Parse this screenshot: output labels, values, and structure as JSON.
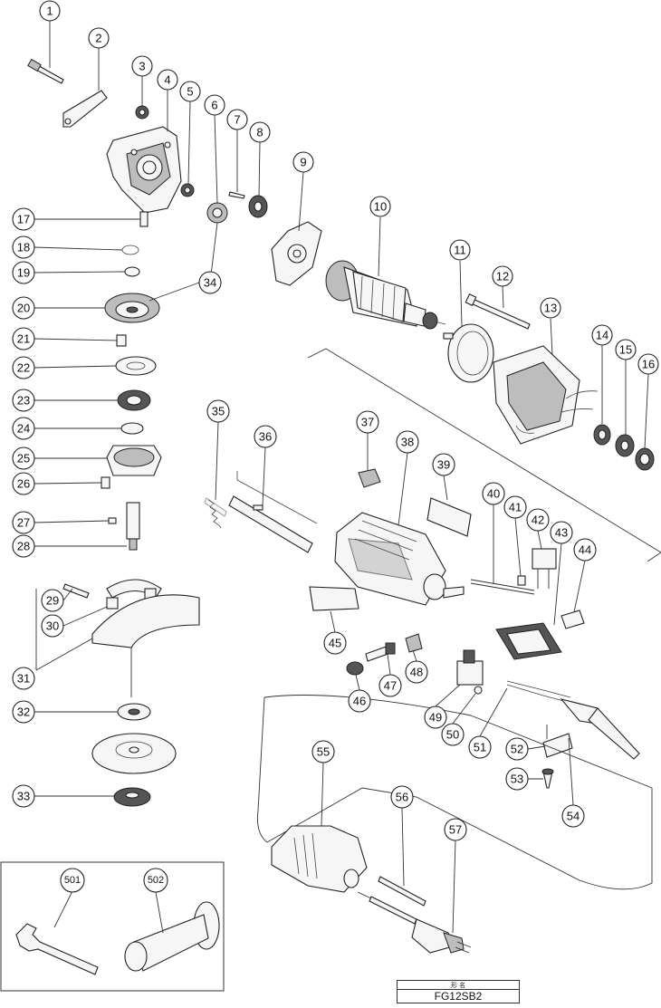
{
  "diagram": {
    "callouts": [
      "1",
      "2",
      "3",
      "4",
      "5",
      "6",
      "7",
      "8",
      "9",
      "10",
      "11",
      "12",
      "13",
      "14",
      "15",
      "16",
      "17",
      "18",
      "19",
      "20",
      "21",
      "22",
      "23",
      "24",
      "25",
      "26",
      "27",
      "28",
      "29",
      "30",
      "31",
      "32",
      "33",
      "34",
      "35",
      "36",
      "37",
      "38",
      "39",
      "40",
      "41",
      "42",
      "43",
      "44",
      "45",
      "46",
      "47",
      "48",
      "49",
      "50",
      "51",
      "52",
      "53",
      "54",
      "55",
      "56",
      "57",
      "501",
      "502"
    ]
  },
  "title_block": {
    "caption": "形 名",
    "model": "FG12SB2"
  }
}
